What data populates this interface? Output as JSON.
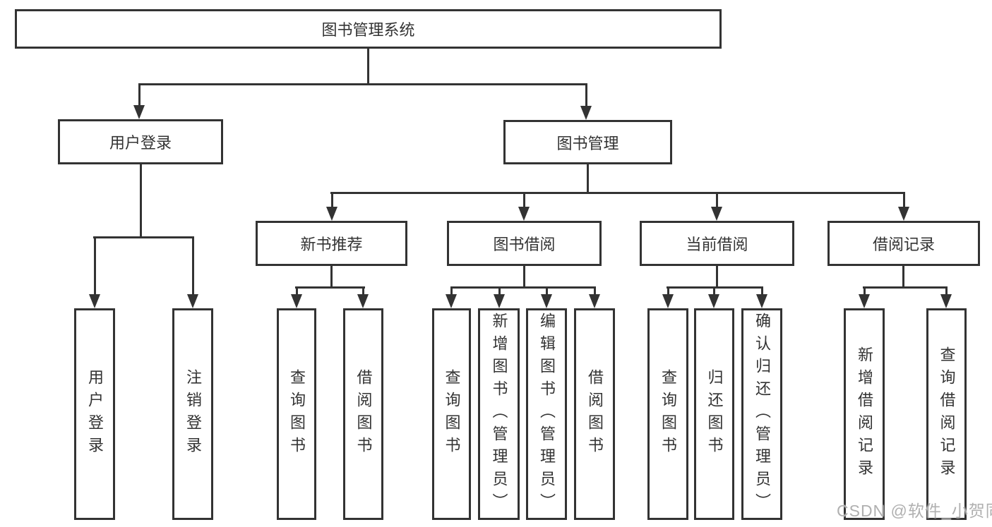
{
  "diagram": {
    "label": "图书管理系统",
    "children": [
      {
        "label": "用户登录",
        "children": [
          {
            "label": "用户登录"
          },
          {
            "label": "注销登录"
          }
        ]
      },
      {
        "label": "图书管理",
        "children": [
          {
            "label": "新书推荐",
            "children": [
              {
                "label": "查询图书"
              },
              {
                "label": "借阅图书"
              }
            ]
          },
          {
            "label": "图书借阅",
            "children": [
              {
                "label": "查询图书"
              },
              {
                "label": "新增图书（管理员）"
              },
              {
                "label": "编辑图书（管理员）"
              },
              {
                "label": "借阅图书"
              }
            ]
          },
          {
            "label": "当前借阅",
            "children": [
              {
                "label": "查询图书"
              },
              {
                "label": "归还图书"
              },
              {
                "label": "确认归还（管理员）"
              }
            ]
          },
          {
            "label": "借阅记录",
            "children": [
              {
                "label": "新增借阅记录"
              },
              {
                "label": "查询借阅记录"
              }
            ]
          }
        ]
      }
    ]
  },
  "watermark": {
    "text": "CSDN @软件_小贺同学"
  },
  "colors": {
    "line": "#333333",
    "box_border": "#333333",
    "text": "#333333",
    "watermark": "#b0b0b0",
    "background": "#ffffff"
  }
}
